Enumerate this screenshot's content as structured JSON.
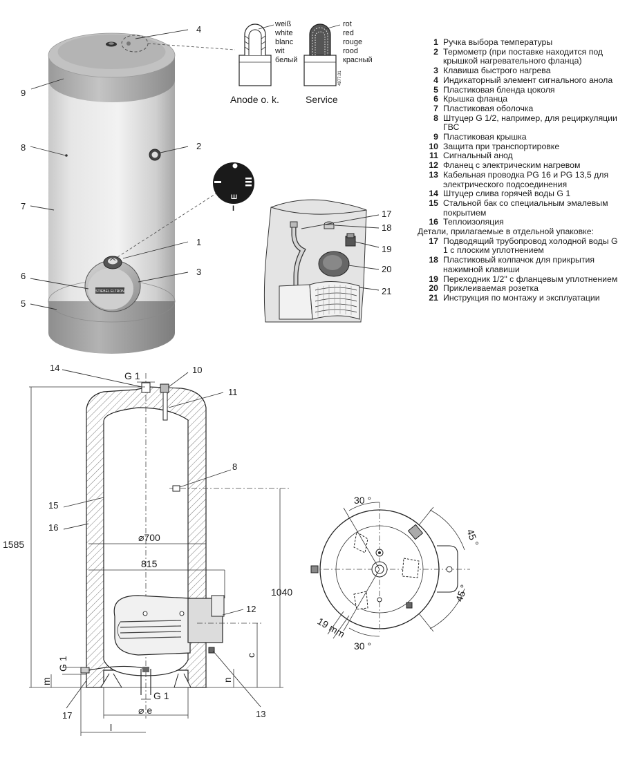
{
  "legend": {
    "items": [
      {
        "num": "1",
        "text": "Ручка выбора температуры"
      },
      {
        "num": "2",
        "text": "Термометр (при поставке находится под крышкой нагревательного фланца)"
      },
      {
        "num": "3",
        "text": "Клавиша быстрого нагрева"
      },
      {
        "num": "4",
        "text": "Индикаторный элемент сигнального анола"
      },
      {
        "num": "5",
        "text": "Пластиковая бленда цоколя"
      },
      {
        "num": "6",
        "text": "Крышка фланца"
      },
      {
        "num": "7",
        "text": "Пластиковая оболочка"
      },
      {
        "num": "8",
        "text": "Штуцер G 1/2, например, для рециркуляции ГВС"
      },
      {
        "num": "9",
        "text": "Пластиковая крышка"
      },
      {
        "num": "10",
        "text": "Защита при транспортировке"
      },
      {
        "num": "11",
        "text": "Сигнальный анод"
      },
      {
        "num": "12",
        "text": "Фланец с электрическим нагревом"
      },
      {
        "num": "13",
        "text": "Кабельная проводка PG 16 и PG 13,5 для электрического подсоединения"
      },
      {
        "num": "14",
        "text": "Штуцер слива горячей воды G 1"
      },
      {
        "num": "15",
        "text": "Стальной бак со специальным эмалевым покрытием"
      },
      {
        "num": "16",
        "text": "Теплоизоляция"
      }
    ],
    "note": "Детали, прилагаемые в отдельной упаковке:",
    "extra_items": [
      {
        "num": "17",
        "text": "Подводящий трубопровод холодной воды G 1 с плоским уплотнением"
      },
      {
        "num": "18",
        "text": "Пластиковый колпачок для прикрытия нажимной клавиши"
      },
      {
        "num": "19",
        "text": "Переходник 1/2\" с фланцевым уплотнением"
      },
      {
        "num": "20",
        "text": "Приклеиваемая розетка"
      },
      {
        "num": "21",
        "text": "Инструкция по монтажу и эксплуатации"
      }
    ]
  },
  "anode": {
    "left_colors": [
      "weiß",
      "white",
      "blanc",
      "wit",
      "белый"
    ],
    "right_colors": [
      "rot",
      "red",
      "rouge",
      "rood",
      "красный"
    ],
    "left_label": "Anode o. k.",
    "right_label": "Service",
    "code": "4977.01"
  },
  "callouts": {
    "n1": "1",
    "n2": "2",
    "n3": "3",
    "n4": "4",
    "n5": "5",
    "n6": "6",
    "n7": "7",
    "n8": "8",
    "n9": "9",
    "s10": "10",
    "s11": "11",
    "s12": "12",
    "s13": "13",
    "s14": "14",
    "s15": "15",
    "s16": "16",
    "s17": "17",
    "s8": "8",
    "p17": "17",
    "p18": "18",
    "p19": "19",
    "p20": "20",
    "p21": "21"
  },
  "dims": {
    "g1_top": "G 1",
    "g1_bottom": "G 1",
    "g1_side": "G 1",
    "height_total": "1585",
    "height_sensor": "1040",
    "inner_dia": "⌀700",
    "outer_dia": "815",
    "c": "c",
    "n": "n",
    "m": "m",
    "e": "⌀ e",
    "l": "l",
    "ang_top": "30 °",
    "ang_bottom": "30 °",
    "ang_right_top": "45 °",
    "ang_right_bottom": "45 °",
    "mm19": "19 mm"
  },
  "dial_label": "I",
  "flange_label": "STIEBEL ELTRON"
}
